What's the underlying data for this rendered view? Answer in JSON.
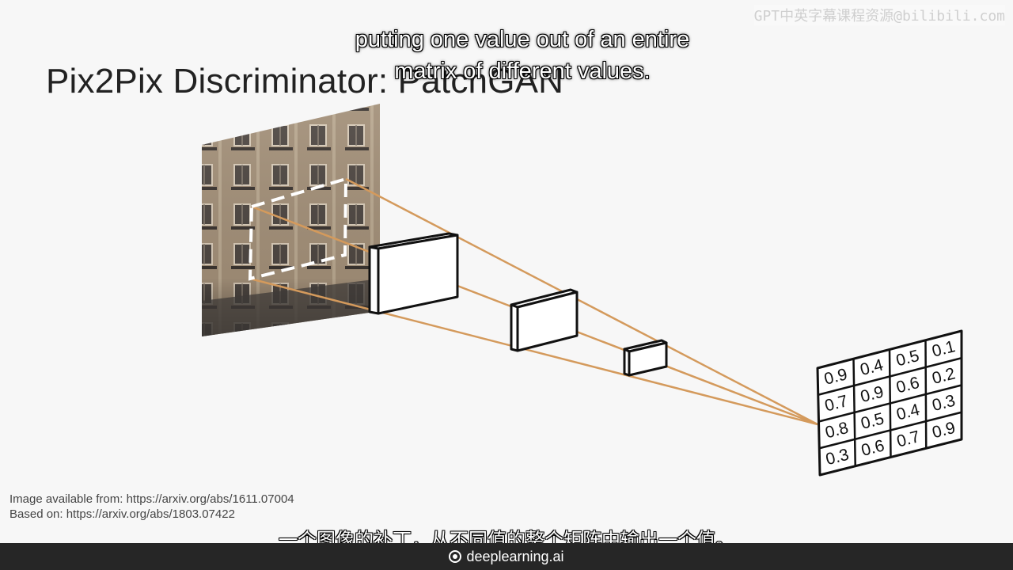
{
  "slide": {
    "title": "Pix2Pix Discriminator: PatchGAN",
    "caption_en_line1": "putting one value out of an entire",
    "caption_en_line2": "matrix of different values.",
    "caption_zh": "一个图像的补丁，从不同值的整个矩阵中输出一个值。",
    "watermark": "GPT中英字幕课程资源@bilibili.com",
    "source_line1": "Image available from: https://arxiv.org/abs/1611.07004",
    "source_line2": "Based on: https://arxiv.org/abs/1803.07422",
    "brand": "deeplearning.ai"
  },
  "output_matrix": [
    [
      "0.9",
      "0.4",
      "0.5",
      "0.1"
    ],
    [
      "0.7",
      "0.9",
      "0.6",
      "0.2"
    ],
    [
      "0.8",
      "0.5",
      "0.4",
      "0.3"
    ],
    [
      "0.3",
      "0.6",
      "0.7",
      "0.9"
    ]
  ],
  "colors": {
    "ray": "#d49a5c",
    "patch_outline": "#ffffff",
    "layer_stroke": "#111111",
    "bottom_bar": "#262626"
  }
}
